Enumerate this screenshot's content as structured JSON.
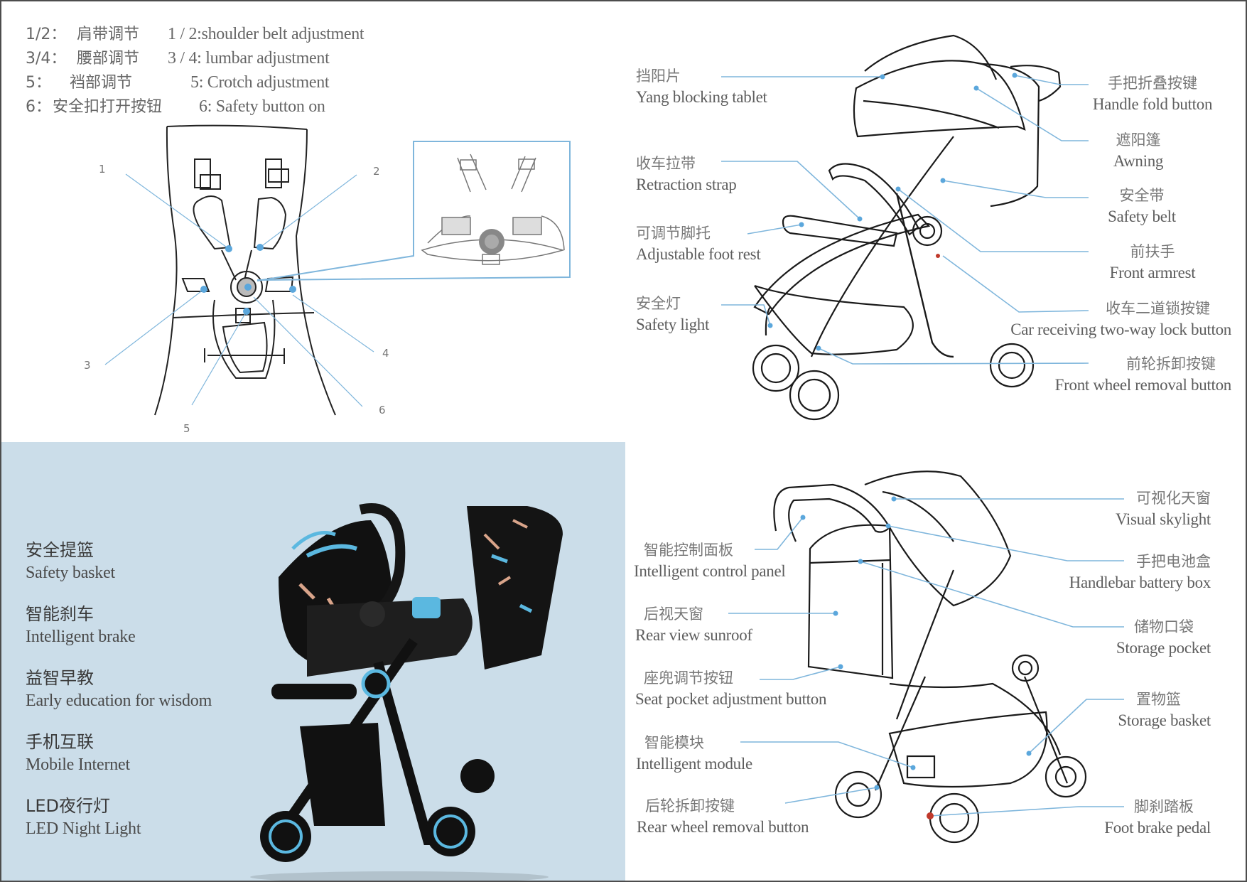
{
  "harness_legend": [
    {
      "number": "1/2：",
      "cn": "肩带调节",
      "en": "1 / 2:shoulder belt adjustment"
    },
    {
      "number": "3/4：",
      "cn": "腰部调节",
      "en": "3 / 4: lumbar adjustment"
    },
    {
      "number": "5：",
      "cn": "裆部调节",
      "en": "5: Crotch adjustment"
    },
    {
      "number": "6：",
      "cn": "安全扣打开按钮",
      "en": "6: Safety button on"
    }
  ],
  "harness_callouts": [
    "1",
    "2",
    "3",
    "4",
    "5",
    "6"
  ],
  "stroller_front_labels": [
    {
      "cn": "挡阳片",
      "en": "Yang blocking tablet"
    },
    {
      "cn": "收车拉带",
      "en": "Retraction strap"
    },
    {
      "cn": "可调节脚托",
      "en": "Adjustable foot rest"
    },
    {
      "cn": "安全灯",
      "en": "Safety light"
    },
    {
      "cn": "手把折叠按键",
      "en": "Handle fold button"
    },
    {
      "cn": "遮阳篷",
      "en": "Awning"
    },
    {
      "cn": "安全带",
      "en": "Safety belt"
    },
    {
      "cn": "前扶手",
      "en": "Front armrest"
    },
    {
      "cn": "收车二道锁按键",
      "en": "Car receiving two-way lock button"
    },
    {
      "cn": "前轮拆卸按键",
      "en": "Front wheel removal button"
    }
  ],
  "features": [
    {
      "cn": "安全提篮",
      "en": "Safety basket"
    },
    {
      "cn": "智能刹车",
      "en": "Intelligent brake"
    },
    {
      "cn": "益智早教",
      "en": "Early education for wisdom"
    },
    {
      "cn": "手机互联",
      "en": "Mobile Internet"
    },
    {
      "cn": "LED夜行灯",
      "en": "LED Night Light"
    }
  ],
  "stroller_rear_labels": [
    {
      "cn": "智能控制面板",
      "en": "Intelligent control panel"
    },
    {
      "cn": "后视天窗",
      "en": "Rear view sunroof"
    },
    {
      "cn": "座兜调节按钮",
      "en": "Seat pocket adjustment button"
    },
    {
      "cn": "智能模块",
      "en": "Intelligent module"
    },
    {
      "cn": "后轮拆卸按键",
      "en": "Rear wheel removal button"
    },
    {
      "cn": "可视化天窗",
      "en": "Visual skylight"
    },
    {
      "cn": "手把电池盒",
      "en": "Handlebar battery box"
    },
    {
      "cn": "储物口袋",
      "en": "Storage pocket"
    },
    {
      "cn": "置物篮",
      "en": "Storage basket"
    },
    {
      "cn": "脚刹踏板",
      "en": "Foot brake pedal"
    }
  ],
  "colors": {
    "callout_line": "#7fb6dc",
    "panel_bg": "#cbdde9",
    "text": "#606060",
    "border": "#4d4d4d",
    "stroller_fabric": "#1a1a1a",
    "accent_blue": "#5bb8e0"
  }
}
